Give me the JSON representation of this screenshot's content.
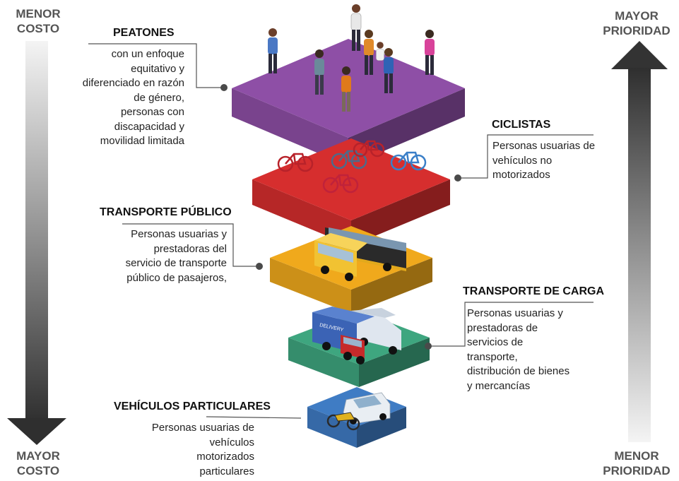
{
  "scale_left": {
    "top": [
      "MENOR",
      "COSTO"
    ],
    "bottom": [
      "MAYOR",
      "COSTO"
    ]
  },
  "scale_right": {
    "top": [
      "MAYOR",
      "PRIORIDAD"
    ],
    "bottom": [
      "MENOR",
      "PRIORIDAD"
    ]
  },
  "levels": [
    {
      "id": "peatones",
      "title": "PEATONES",
      "color": "#8e4fa6",
      "lines": [
        "con un enfoque",
        "equitativo y",
        "diferenciado en razón",
        "de género,",
        "personas con",
        "discapacidad y",
        "movilidad limitada"
      ]
    },
    {
      "id": "ciclistas",
      "title": "CICLISTAS",
      "color": "#d62e2e",
      "lines": [
        "Personas usuarias de",
        "vehículos no",
        "motorizados"
      ]
    },
    {
      "id": "transporte-publico",
      "title": "TRANSPORTE PÚBLICO",
      "color": "#f0a91c",
      "lines": [
        "Personas usuarias y",
        "prestadoras del",
        "servicio de transporte",
        "público de pasajeros,"
      ]
    },
    {
      "id": "transporte-carga",
      "title": "TRANSPORTE DE CARGA",
      "color": "#3ea67f",
      "lines": [
        "Personas usuarias y",
        "prestadoras de",
        "servicios de",
        "transporte,",
        "distribución de bienes",
        "y mercancías"
      ]
    },
    {
      "id": "vehiculos-particulares",
      "title": "VEHÍCULOS PARTICULARES",
      "color": "#3f7cc4",
      "lines": [
        "Personas usuarias de",
        "vehículos",
        "motorizados",
        "particulares"
      ]
    }
  ],
  "illustrations": {
    "pedestrians": [
      "person-icon",
      "person-icon",
      "person-icon",
      "person-icon",
      "person-icon",
      "person-icon",
      "person-icon",
      "person-icon"
    ],
    "bicycles": [
      "bicycle-icon",
      "bicycle-icon",
      "bicycle-icon",
      "bicycle-icon",
      "bicycle-icon"
    ],
    "bus": "bus-icon",
    "taxi": "van-icon",
    "trucks": [
      "truck-icon",
      "truck-icon",
      "truck-icon"
    ],
    "truck_sign": "DELIVERY",
    "car": "car-icon",
    "motorcycle": "motorcycle-icon"
  }
}
